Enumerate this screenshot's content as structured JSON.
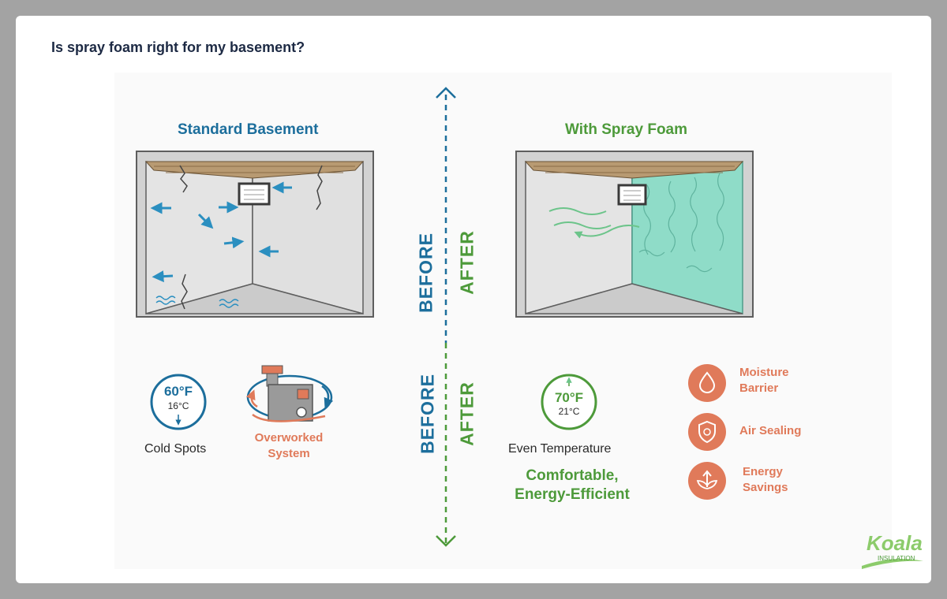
{
  "title": "Is spray foam right for my basement?",
  "left": {
    "heading": "Standard Basement",
    "temp_f": "60°F",
    "temp_c": "16°C",
    "caption": "Cold Spots",
    "system_line1": "Overworked",
    "system_line2": "System"
  },
  "divider": {
    "before": "BEFORE",
    "after": "AFTER"
  },
  "right": {
    "heading": "With Spray Foam",
    "temp_f": "70°F",
    "temp_c": "21°C",
    "caption": "Even Temperature",
    "summary_line1": "Comfortable,",
    "summary_line2": "Energy-Efficient",
    "benefits": [
      {
        "icon": "water-drop-icon",
        "line1": "Moisture",
        "line2": "Barrier"
      },
      {
        "icon": "shield-icon",
        "line1": "Air Sealing",
        "line2": ""
      },
      {
        "icon": "leaf-arrow-icon",
        "line1": "Energy",
        "line2": "Savings"
      }
    ]
  },
  "logo": {
    "brand": "Koala",
    "sub": "INSULATION"
  },
  "colors": {
    "blue": "#1c6e9c",
    "green": "#4d9a3a",
    "orange": "#e07a5a",
    "foam": "#8fdcc8"
  }
}
